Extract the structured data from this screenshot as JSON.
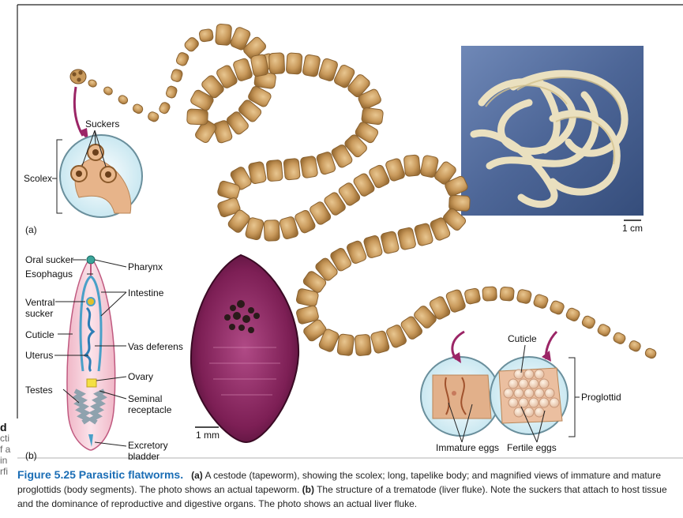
{
  "panel_a": {
    "label": "(a)",
    "scolex": "Scolex",
    "suckers": "Suckers",
    "scale": "1 cm",
    "cuticle": "Cuticle",
    "proglottid": "Proglottid",
    "immature_eggs": "Immature eggs",
    "fertile_eggs": "Fertile eggs"
  },
  "panel_b": {
    "label": "(b)",
    "oral_sucker": "Oral sucker",
    "esophagus": "Esophagus",
    "ventral_sucker_1": "Ventral",
    "ventral_sucker_2": "sucker",
    "cuticle": "Cuticle",
    "uterus": "Uterus",
    "testes": "Testes",
    "pharynx": "Pharynx",
    "intestine": "Intestine",
    "vas_deferens": "Vas deferens",
    "ovary": "Ovary",
    "seminal_1": "Seminal",
    "seminal_2": "receptacle",
    "excretory_1": "Excretory",
    "excretory_2": "bladder",
    "scale": "1 mm"
  },
  "cutoff_text": [
    "d",
    "cti",
    "f a",
    "in",
    "rfi"
  ],
  "caption": {
    "fig_label": "Figure 5.25 Parasitic flatworms.",
    "a_label": "(a)",
    "text_a": " A cestode (tapeworm), showing the scolex; long, tapelike body; and magnified views of immature and mature proglottids (body segments). The photo shows an actual tapeworm. ",
    "b_label": "(b)",
    "text_b": " The structure of a trematode (liver fluke). Note the suckers that attach to host tissue and the dominance of reproductive and digestive organs. The photo shows an actual liver fluke."
  }
}
